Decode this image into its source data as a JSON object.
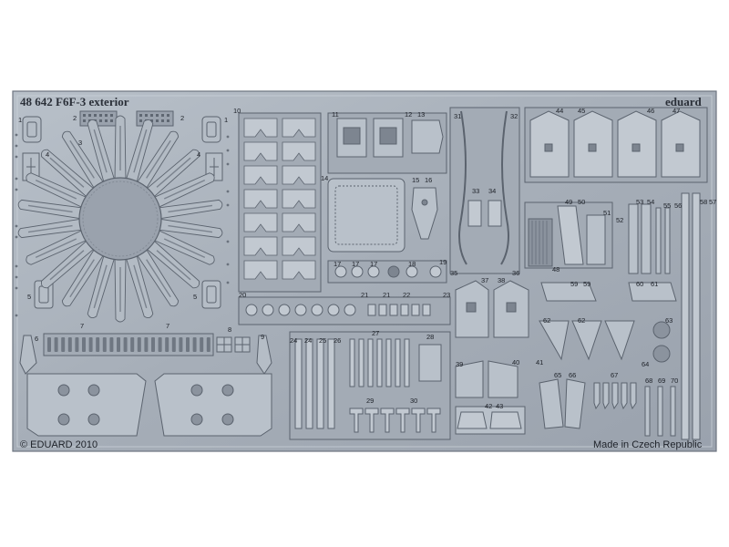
{
  "fret": {
    "title": "48 642 F6F-3 exterior",
    "brand": "eduard",
    "copyright": "© EDUARD 2010",
    "origin": "Made in Czech Republic"
  },
  "part_numbers": [
    "1",
    "2",
    "3",
    "4",
    "5",
    "6",
    "7",
    "8",
    "9",
    "10",
    "11",
    "12",
    "13",
    "14",
    "15",
    "16",
    "17",
    "18",
    "19",
    "20",
    "21",
    "22",
    "23",
    "24",
    "25",
    "26",
    "27",
    "28",
    "29",
    "30",
    "31",
    "32",
    "33",
    "34",
    "35",
    "36",
    "37",
    "38",
    "39",
    "40",
    "41",
    "42",
    "43",
    "44",
    "45",
    "46",
    "47",
    "48",
    "49",
    "50",
    "51",
    "52",
    "53",
    "54",
    "55",
    "56",
    "57",
    "58",
    "59",
    "60",
    "61",
    "62",
    "63",
    "64",
    "65",
    "66",
    "67",
    "68",
    "69",
    "70"
  ],
  "colors": {
    "metal": "#a9b1bb",
    "metal_dark": "#7c8590",
    "metal_light": "#c7ced6",
    "outline": "#5b636e",
    "background": "#ffffff"
  }
}
